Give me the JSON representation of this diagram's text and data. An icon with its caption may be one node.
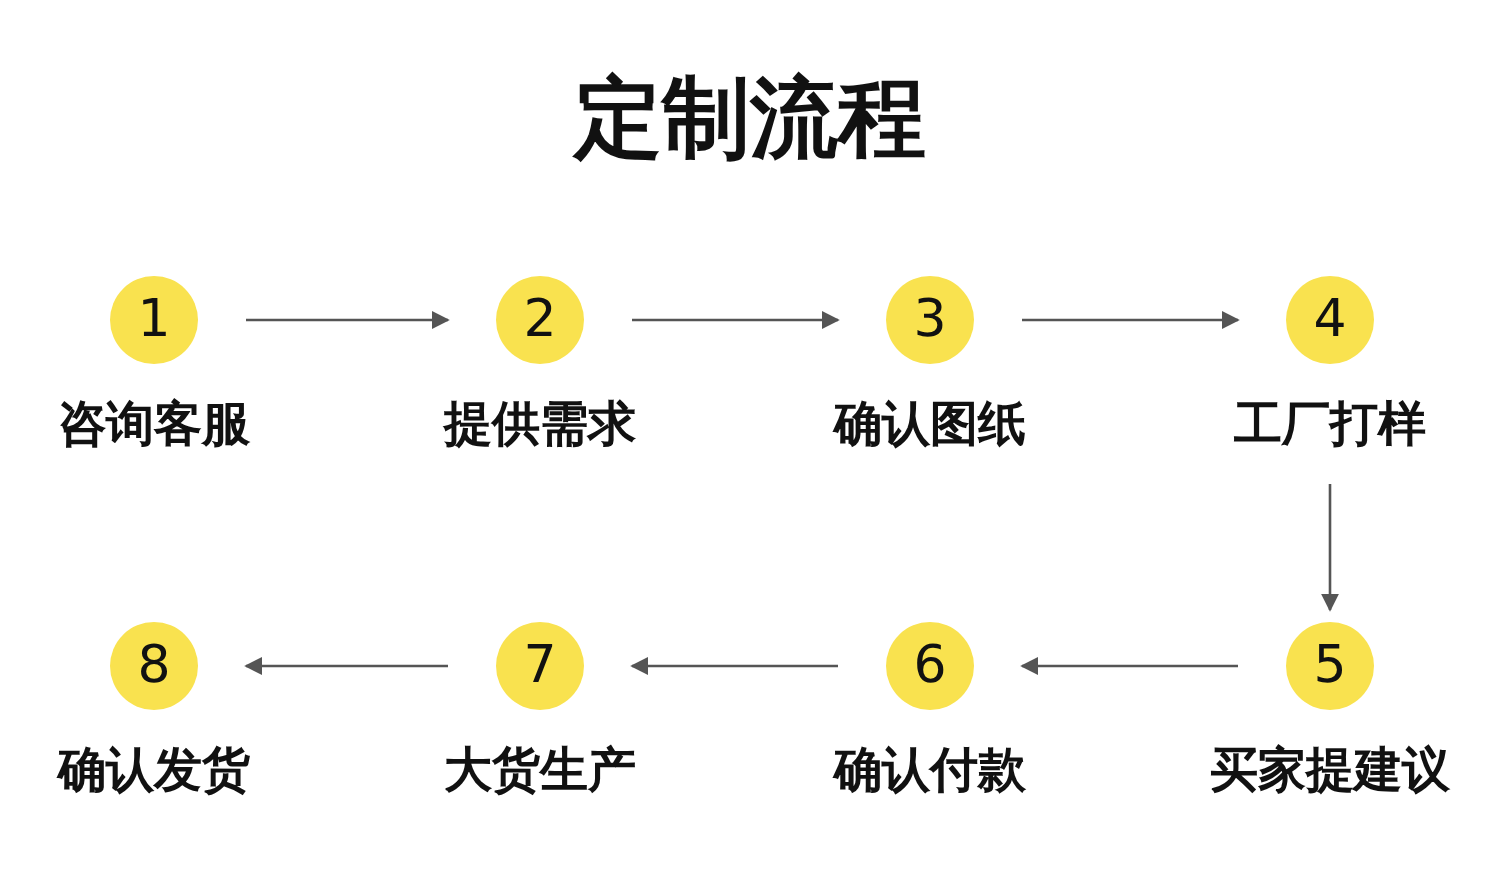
{
  "diagram": {
    "title": "定制流程",
    "nodes": [
      {
        "text": [
          "1"
        ],
        "beside": [
          "咨询客服"
        ]
      },
      {
        "text": [
          "2"
        ],
        "beside": [
          "提供需求"
        ]
      },
      {
        "text": [
          "3"
        ],
        "beside": [
          "确认图纸"
        ]
      },
      {
        "text": [
          "4"
        ],
        "beside": [
          "工厂打样"
        ]
      },
      {
        "text": [
          "5"
        ],
        "beside": [
          "买家提建议"
        ]
      },
      {
        "text": [
          "6"
        ],
        "beside": [
          "确认付款"
        ]
      },
      {
        "text": [
          "7"
        ],
        "beside": [
          "大货生产"
        ]
      },
      {
        "text": [
          "8"
        ],
        "beside": [
          "确认发货"
        ]
      }
    ],
    "edges": [
      {
        "from": 0,
        "to": 1,
        "arrow": "to"
      },
      {
        "from": 1,
        "to": 2,
        "arrow": "to"
      },
      {
        "from": 2,
        "to": 3,
        "arrow": "to"
      },
      {
        "from": 3,
        "to": 4,
        "arrow": "to"
      },
      {
        "from": 4,
        "to": 5,
        "arrow": "to"
      },
      {
        "from": 5,
        "to": 6,
        "arrow": "to"
      },
      {
        "from": 6,
        "to": 7,
        "arrow": "to"
      }
    ]
  }
}
